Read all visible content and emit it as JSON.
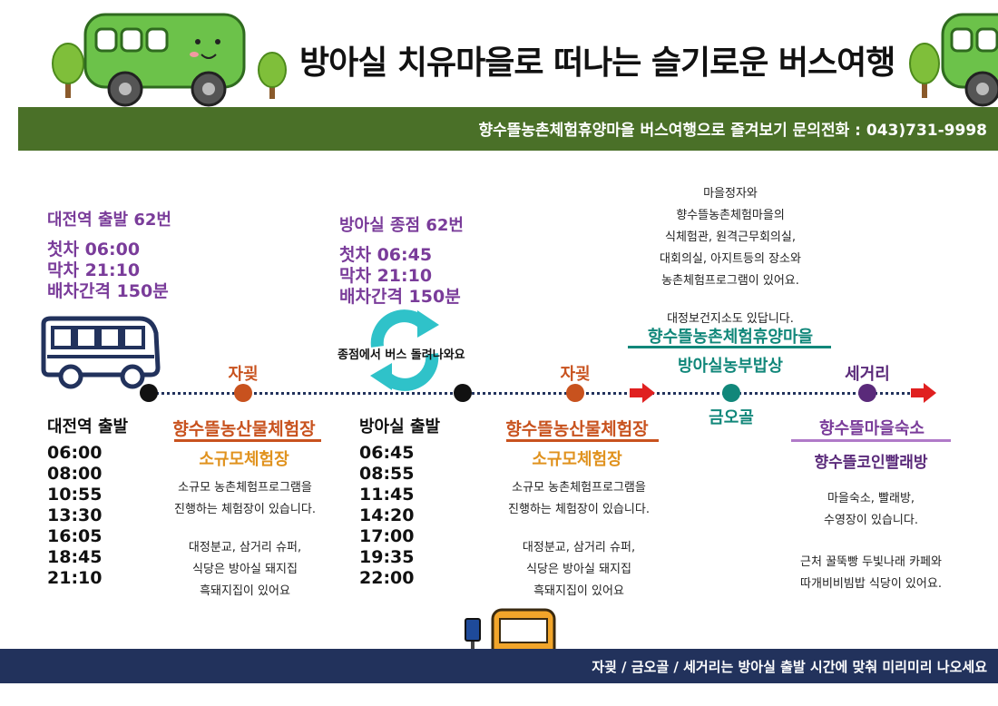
{
  "title": "방아실 치유마을로 떠나는 슬기로운 버스여행",
  "banner": "향수뜰농촌체험휴양마을 버스여행으로 즐겨보기 문의전화 : 043)731-9998",
  "footer": "자굊 / 금오골 /  세거리는 방아실 출발 시간에  맞춰 미리미리 나오세요",
  "colors": {
    "green_bar": "#4a7028",
    "navy_bar": "#22325c",
    "purple": "#7a3c9a",
    "orange": "#c8521e",
    "teal": "#11877a"
  },
  "route_daejeon": {
    "title": "대전역 출발 62번",
    "first": "첫차  06:00",
    "last": "막차  21:10",
    "interval": "배차간격 150분"
  },
  "route_bangasil": {
    "title": "방아실 종점 62번",
    "first": "첫차  06:45",
    "last": "막차  21:10",
    "interval": "배차간격 150분"
  },
  "turnaround_label": "종점에서 버스  돌려나와요",
  "schedule_daejeon": {
    "title": "대전역 출발",
    "times": [
      "06:00",
      "08:00",
      "10:55",
      "13:30",
      "16:05",
      "18:45",
      "21:10"
    ]
  },
  "schedule_bangasil": {
    "title": "방아실 출발",
    "times": [
      "06:45",
      "08:55",
      "11:45",
      "14:20",
      "17:00",
      "19:35",
      "22:00"
    ]
  },
  "stops": {
    "stop1": "자굊",
    "stop2": "자굊",
    "stop3": "금오골",
    "stop4": "세거리"
  },
  "facility1": {
    "name": "향수뜰농산물체험장",
    "sub": "소규모체험장",
    "lines": [
      "소규모 농촌체험프로그램을",
      "진행하는 체험장이 있습니다.",
      "",
      "대정분교, 삼거리 슈퍼,",
      "식당은 방아실 돼지집",
      "흑돼지집이 있어요"
    ]
  },
  "facility2": {
    "name": "향수뜰농산물체험장",
    "sub": "소규모체험장",
    "lines": [
      "소규모 농촌체험프로그램을",
      "진행하는 체험장이 있습니다.",
      "",
      "대정분교, 삼거리 슈퍼,",
      "식당은 방아실 돼지집",
      "흑돼지집이 있어요"
    ]
  },
  "village": {
    "lines": [
      "마을정자와",
      "향수뜰농촌체험마을의",
      "식체험관, 원격근무회의실,",
      "대회의실, 아지트등의 장소와",
      "농촌체험프로그램이 있어요.",
      "",
      "대정보건지소도 있답니다."
    ],
    "name": "향수뜰농촌체험휴양마을",
    "sub": "방아실농부밥상"
  },
  "lodging": {
    "name": "향수뜰마을숙소",
    "sub": "향수뜰코인빨래방",
    "lines": [
      "마을숙소, 빨래방,",
      "수영장이 있습니다.",
      "",
      "근처 꿀뚝빵 두빛나래 카페와",
      "따개비비빔밥 식당이 있어요."
    ]
  }
}
